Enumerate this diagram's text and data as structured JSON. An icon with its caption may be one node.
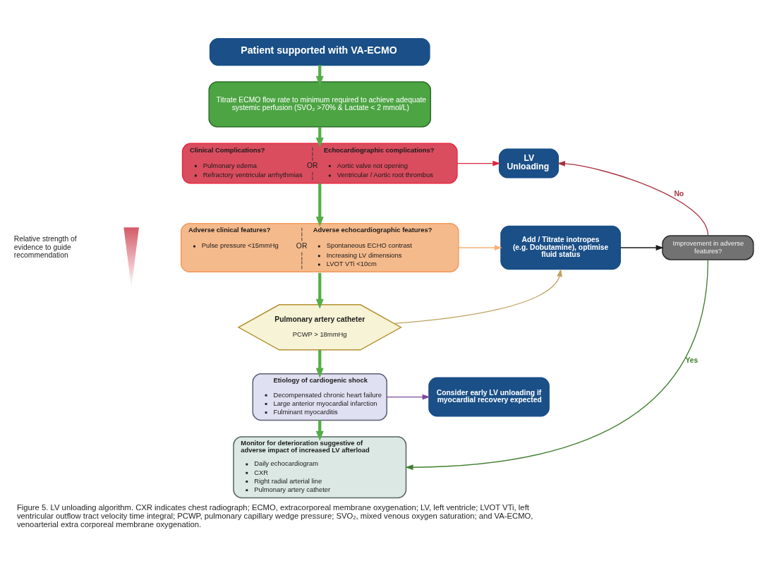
{
  "diagram": {
    "caption": "Figure 5. LV unloading algorithm. CXR indicates chest radiograph; ECMO, extracorporeal membrane oxygenation; LV, left ventricle; LVOT VTi, left ventricular outflow tract velocity time integral; PCWP, pulmonary capillary wedge pressure; SVO₂, mixed venous oxygen saturation; and VA-ECMO, venoarterial extra corporeal membrane oxygenation.",
    "nodes": [
      {
        "text": [
          "Patient supported with VA-ECMO"
        ]
      },
      {
        "text": [
          "Titrate ECMO flow rate to minimum required to achieve adequate systemic perfusion (SVO₂ >70% & Lactate < 2 mmol/L)"
        ]
      },
      {
        "text": [
          "Clinical Complications?",
          "Pulmonary edema",
          "Refractory ventricular arrhythmias",
          "OR",
          "Echocardiographic complications?",
          "Aortic valve not opening",
          "Ventricular / Aortic root thrombus"
        ]
      },
      {
        "text": [
          "LV Unloading"
        ]
      },
      {
        "text": [
          "Adverse clinical features?",
          "Pulse pressure <15mmHg",
          "OR",
          "Adverse echocardiographic features?",
          "Spontaneous ECHO contrast",
          "Increasing LV dimensions",
          "LVOT VTi <10cm"
        ]
      },
      {
        "text": [
          "Add / Titrate inotropes (e.g. Dobutamine), optimise fluid status"
        ]
      },
      {
        "text": [
          "Improvement in adverse features?"
        ]
      },
      {
        "text": [
          "Pulmonary artery catheter",
          "PCWP > 18mmHg"
        ]
      },
      {
        "text": [
          "Etiology of cardiogenic shock",
          "Decompensated chronic heart failure",
          "Large anterior myocardial infarction",
          "Fulminant myocarditis"
        ]
      },
      {
        "text": [
          "Consider early LV unloading if myocardial recovery expected"
        ]
      },
      {
        "text": [
          "Monitor for deterioration suggestive of adverse impact of increased LV afterload",
          "Daily echocardiogram",
          "CXR",
          "Right radial arterial line",
          "Pulmonary artery catheter"
        ]
      },
      {
        "text": [],
        "shape": "triangle"
      }
    ],
    "edges": [
      {
        "from": 0,
        "to": 1,
        "arrow": "to",
        "style": "thick",
        "color": "#55ad47"
      },
      {
        "from": 1,
        "to": 2,
        "arrow": "to",
        "style": "thick",
        "color": "#55ad47"
      },
      {
        "from": 2,
        "to": 3,
        "arrow": "to",
        "color": "#d8283e"
      },
      {
        "from": 2,
        "to": 4,
        "arrow": "to",
        "style": "thick",
        "color": "#55ad47"
      },
      {
        "from": 4,
        "to": 5,
        "arrow": "to",
        "color": "#f5b07a"
      },
      {
        "from": 5,
        "to": 6,
        "arrow": "to",
        "color": "#1a1a1a"
      },
      {
        "from": 6,
        "to": 3,
        "arrow": "to",
        "label": "No",
        "color": "#a8323e"
      },
      {
        "from": 4,
        "to": 7,
        "arrow": "to",
        "style": "thick",
        "color": "#55ad47"
      },
      {
        "from": 7,
        "to": 5,
        "arrow": "to",
        "color": "#bfa262"
      },
      {
        "from": 6,
        "to": 10,
        "arrow": "to",
        "label": "Yes",
        "color": "#3f7d2c"
      },
      {
        "from": 7,
        "to": 8,
        "arrow": "to",
        "style": "thick",
        "color": "#55ad47"
      },
      {
        "from": 8,
        "to": 9,
        "arrow": "to",
        "color": "#7b4a9e"
      },
      {
        "from": 8,
        "to": 10,
        "arrow": "to",
        "style": "thick",
        "color": "#55ad47"
      }
    ],
    "labels": [
      "Relative strength of evidence to guide recommendation"
    ]
  }
}
